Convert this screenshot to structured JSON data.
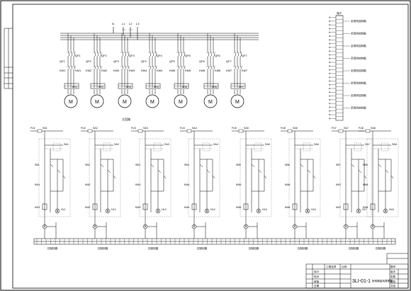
{
  "supply": {
    "phases": [
      "N",
      "L1",
      "L2",
      "L3"
    ]
  },
  "main_circuit": {
    "motor_symbol": "M",
    "caption": "主回路",
    "breaker_tags": [
      "QF1",
      "QF2",
      "QF3",
      "QF4",
      "QF5",
      "QF6",
      "QF7"
    ],
    "contactor_tags": [
      "KM1",
      "KM2",
      "KM3",
      "KM4",
      "KM5",
      "KM6",
      "KM7"
    ],
    "relay_tags": [
      "KH1",
      "KH2",
      "KH3",
      "KH4",
      "KH5",
      "KH6",
      "KH7"
    ]
  },
  "control_circuit": {
    "units": 8,
    "fuse_labels": [
      "FU1",
      "FU2",
      "FU3",
      "FU4",
      "FU5",
      "FU6",
      "FU7",
      "FU8"
    ],
    "switch_labels": [
      "SA1",
      "SA2",
      "SA3",
      "SA4",
      "SA5",
      "SA6",
      "SA7",
      "SA8"
    ],
    "start_labels": [
      "SB1",
      "SB2",
      "SB3",
      "SB4",
      "SB5",
      "SB6",
      "SB7",
      "SB8"
    ],
    "coil_labels": [
      "KM1",
      "KM2",
      "KM3",
      "KM4",
      "KM5",
      "KM6",
      "KM7",
      "KM8"
    ],
    "lamp_labels": [
      "HL1",
      "HL2",
      "HL3",
      "HL4",
      "HL5",
      "HL6",
      "HL7",
      "HL8"
    ],
    "segment_captions": [
      "控制回路",
      "控制回路",
      "控制回路",
      "控制回路",
      "控制回路",
      "控制回路",
      "控制回路",
      "控制回路"
    ]
  },
  "terminal_strip": {
    "header": "端子",
    "row_count": 28,
    "annotations": [
      "至现场控制箱",
      "至现场控制箱",
      "至现场控制箱",
      "至现场控制箱",
      "至现场控制箱",
      "至现场控制箱",
      "至现场控制箱",
      "至现场控制箱"
    ]
  },
  "title_block": {
    "drawing_number": "3LI-01-1",
    "drawing_title": "配电箱接线原理图",
    "sheet_label": "比例",
    "design_label": "设计",
    "check_label": "校对",
    "approve_label": "审核",
    "date_label": "日期",
    "project_label": "工程名称",
    "small_cells": [
      "图号",
      "版次",
      "张数",
      "第张",
      "共张"
    ]
  },
  "colors": {
    "ink": "#000000",
    "paper": "#ffffff"
  }
}
